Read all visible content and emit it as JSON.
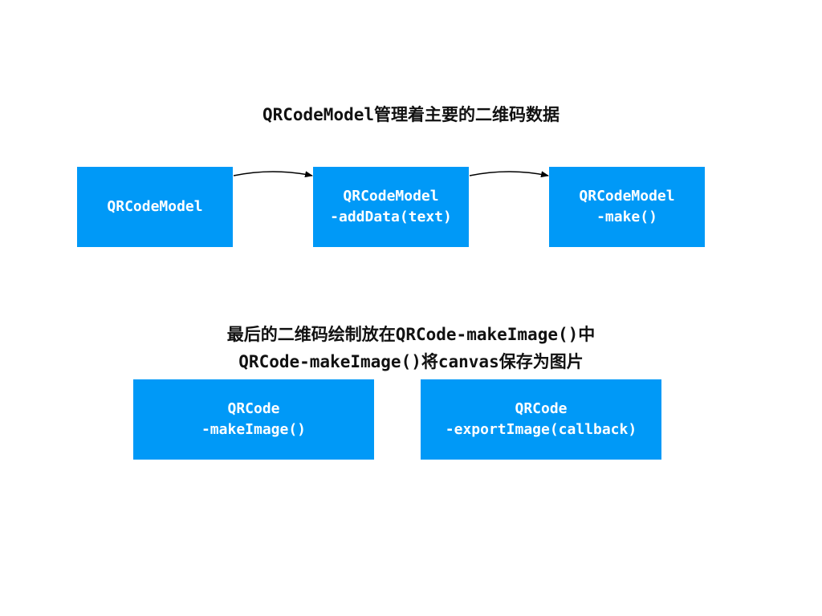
{
  "captions": {
    "top": "QRCodeModel管理着主要的二维码数据",
    "bottom_line1": "最后的二维码绘制放在QRCode-makeImage()中",
    "bottom_line2": "QRCode-makeImage()将canvas保存为图片"
  },
  "flow_boxes": [
    {
      "lines": [
        "QRCodeModel"
      ]
    },
    {
      "lines": [
        "QRCodeModel",
        "-addData(text)"
      ]
    },
    {
      "lines": [
        "QRCodeModel",
        "-make()"
      ]
    }
  ],
  "render_boxes": [
    {
      "lines": [
        "QRCode",
        "-makeImage()"
      ]
    },
    {
      "lines": [
        "QRCode",
        "-exportImage(callback)"
      ]
    }
  ],
  "colors": {
    "box_fill": "#0099f7",
    "box_text": "#ffffff",
    "caption_text": "#111111",
    "arrow": "#000000"
  }
}
